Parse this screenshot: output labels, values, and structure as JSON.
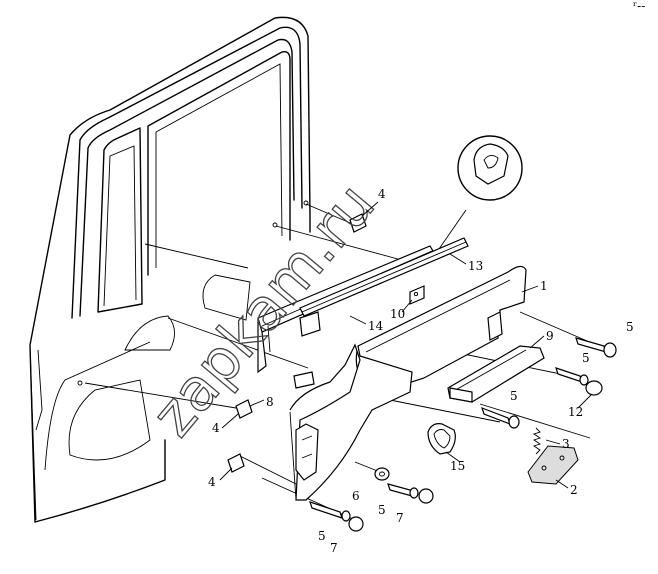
{
  "watermark": "zapkam.ru",
  "corner_mark": "ʳ--",
  "callouts": [
    "1",
    "2",
    "3",
    "4",
    "4",
    "4",
    "4",
    "5",
    "5",
    "5",
    "5",
    "5",
    "6",
    "7",
    "7",
    "8",
    "9",
    "10",
    "12",
    "13",
    "14",
    "15"
  ]
}
